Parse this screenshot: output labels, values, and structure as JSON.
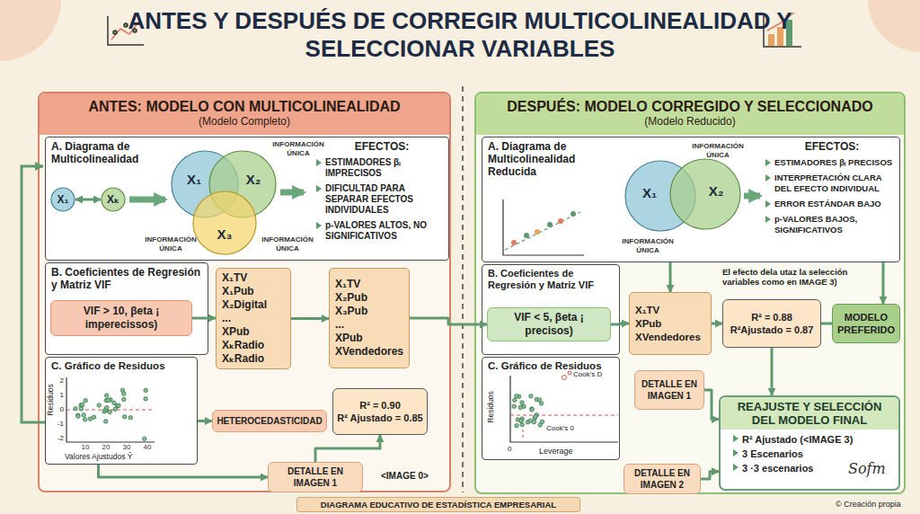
{
  "diagram": {
    "title": "ANTES Y DESPUÉS DE CORREGIR MULTICOLINEALIDAD Y SELECCIONAR VARIABLES",
    "caption": "DIAGRAMA EDUCATIVO DE ESTADÍSTICA EMPRESARIAL",
    "nodes": [
      {
        "text": [
          "ANTES: MODELO CON MULTICOLINEALIDAD",
          "(Modelo Completo)"
        ]
      },
      {
        "text": [
          "A. Diagrama de Multicolinealidad"
        ],
        "in": 0
      },
      {
        "text": [
          "X₁"
        ],
        "in": 1
      },
      {
        "text": [
          "Xₖ"
        ],
        "in": 1
      },
      {
        "text": [
          "X₁"
        ],
        "in": 1
      },
      {
        "text": [
          "X₂"
        ],
        "in": 1
      },
      {
        "text": [
          "X₃"
        ],
        "in": 1
      },
      {
        "text": [
          "B. Coeficientes de Regresión y Matriz VIF"
        ],
        "in": 0
      },
      {
        "text": [
          "VIF > 10, βeta ¡ imperecissos)"
        ],
        "in": 7
      },
      {
        "text": [
          "X₁TV",
          "X₁Pub",
          "X₂Digital",
          "...",
          "XPub",
          "XₖRadio",
          "XₖRadio"
        ],
        "in": 0
      },
      {
        "text": [
          "X₁TV",
          "X₂Pub",
          "X₃Pub",
          "...",
          "XPub",
          "XVendedores"
        ],
        "in": 0
      },
      {
        "text": [
          "C. Gráfico de Residuos"
        ],
        "in": 0
      },
      {
        "text": [
          "HETEROCEDASTICIDAD"
        ],
        "in": 0
      },
      {
        "text": [
          "R² = 0.90",
          "R² Ajustado = 0.85"
        ],
        "in": 0
      },
      {
        "text": [
          "DETALLE EN IMAGEN 1"
        ],
        "in": 0
      },
      {
        "text": [
          "DESPUÉS: MODELO CORREGIDO Y SELECCIONADO",
          "(Modelo Reducido)"
        ]
      },
      {
        "text": [
          "A. Diagrama de Multicolinealidad Reducida"
        ],
        "in": 15
      },
      {
        "text": [
          "X₁"
        ],
        "in": 16
      },
      {
        "text": [
          "X₂"
        ],
        "in": 16
      },
      {
        "text": [
          "B. Coeficientes de Regresión y Matriz VIF"
        ],
        "in": 15
      },
      {
        "text": [
          "VIF < 5, βeta ¡ precisos)"
        ],
        "in": 19
      },
      {
        "text": [
          "X₁TV",
          "XPub",
          "XVendedores"
        ],
        "in": 15
      },
      {
        "text": [
          "R² = 0.88",
          "R²Ajustado = 0.87"
        ],
        "in": 15
      },
      {
        "text": [
          "MODELO PREFERIDO"
        ],
        "in": 15
      },
      {
        "text": [
          "C. Gráfico de Residuos"
        ],
        "in": 15
      },
      {
        "text": [
          "DETALLE EN IMAGEN 1"
        ],
        "in": 15
      },
      {
        "text": [
          "DETALLE EN IMAGEN 2"
        ],
        "in": 15
      },
      {
        "text": [
          "REAJUSTE Y SELECCIÓN DEL MODELO FINAL",
          "R² Ajustado (<IMAGE 3)",
          "3 Escenarios",
          "3 ·3 escenarios"
        ],
        "in": 15
      }
    ],
    "edges": [
      {
        "from": 2,
        "to": 3,
        "arrow": "both"
      },
      {
        "from": 8,
        "to": 9,
        "arrow": "to"
      },
      {
        "from": 9,
        "to": 10,
        "arrow": "to"
      },
      {
        "from": 11,
        "to": 12,
        "arrow": "to"
      },
      {
        "from": 11,
        "to": 14,
        "arrow": "to"
      },
      {
        "from": 14,
        "to": 13,
        "arrow": "to"
      },
      {
        "from": 10,
        "to": 20,
        "arrow": "to"
      },
      {
        "from": 16,
        "to": 21,
        "arrow": "to"
      },
      {
        "from": 20,
        "to": 21,
        "arrow": "to"
      },
      {
        "from": 21,
        "to": 22,
        "arrow": "to"
      },
      {
        "from": 22,
        "to": 23,
        "arrow": "none"
      },
      {
        "from": 16,
        "to": 23,
        "arrow": "to"
      },
      {
        "from": 22,
        "to": 27,
        "arrow": "to"
      },
      {
        "from": 25,
        "to": 27,
        "arrow": "to"
      },
      {
        "from": 26,
        "to": 27,
        "arrow": "to"
      }
    ],
    "labels": [
      "INFORMACIÓN ÚNICA",
      "INFORMACIÓN ÚNICA",
      "INFORMACIÓN ÚNICA",
      "EFECTOS:",
      "ESTIMADORES βᵢ IMPRECISOS",
      "DIFICULTAD PARA SEPARAR EFECTOS INDIVIDUALES",
      "p-VALORES ALTOS, NO SIGNIFICATIVOS",
      "Residuos",
      "Valores Ajustudos Ŷ",
      "2",
      "1",
      "0",
      "-1",
      "-2",
      "10",
      "20",
      "30",
      "40",
      "<IMAGE 0>",
      "INFORMACIÓN ÚNICA",
      "INFORMACIÓN ÚNICA",
      "EFECTOS:",
      "ESTIMADORES βᵢ PRECISOS",
      "INTERPRETACIÓN CLARA DEL EFECTO INDIVIDUAL",
      "ERROR ESTÁNDAR BAJO",
      "p-VALORES BAJOS, SIGNIFICATIVOS",
      "El efecto dela utaz la selección variables como en IMAGE 3)",
      "Residuos",
      "Cook's D",
      "Cook's 0",
      "0",
      "Leverage",
      "Sofm",
      "© Creación propia"
    ]
  }
}
